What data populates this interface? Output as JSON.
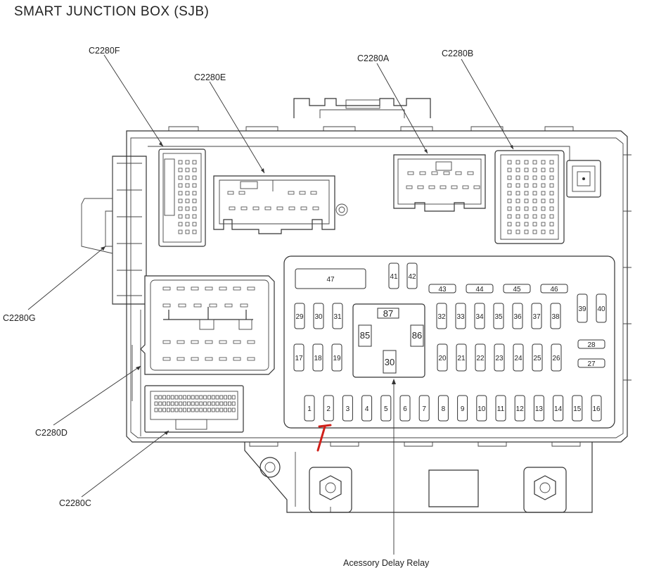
{
  "title": "SMART JUNCTION BOX (SJB)",
  "connectors": [
    {
      "id": "c2280f",
      "label": "C2280F"
    },
    {
      "id": "c2280e",
      "label": "C2280E"
    },
    {
      "id": "c2280a",
      "label": "C2280A"
    },
    {
      "id": "c2280b",
      "label": "C2280B"
    },
    {
      "id": "c2280g",
      "label": "C2280G"
    },
    {
      "id": "c2280d",
      "label": "C2280D"
    },
    {
      "id": "c2280c",
      "label": "C2280C"
    }
  ],
  "relay": {
    "label": "Acessory Delay Relay",
    "terminals": [
      "87",
      "85",
      "86",
      "30"
    ]
  },
  "fuses": {
    "large": [
      "47",
      "41",
      "42"
    ],
    "wide": [
      "43",
      "44",
      "45",
      "46"
    ],
    "upper_left": [
      "29",
      "30",
      "31"
    ],
    "upper_right": [
      "32",
      "33",
      "34",
      "35",
      "36",
      "37",
      "38"
    ],
    "far_right": [
      "39",
      "40"
    ],
    "side_right": [
      "28",
      "27"
    ],
    "mid_left": [
      "17",
      "18",
      "19"
    ],
    "mid_right": [
      "20",
      "21",
      "22",
      "23",
      "24",
      "25",
      "26"
    ],
    "bottom_row": [
      "1",
      "2",
      "3",
      "4",
      "5",
      "6",
      "7",
      "8",
      "9",
      "10",
      "11",
      "12",
      "13",
      "14",
      "15",
      "16"
    ]
  },
  "colors": {
    "line": "#333333",
    "marker": "#d0201a"
  }
}
